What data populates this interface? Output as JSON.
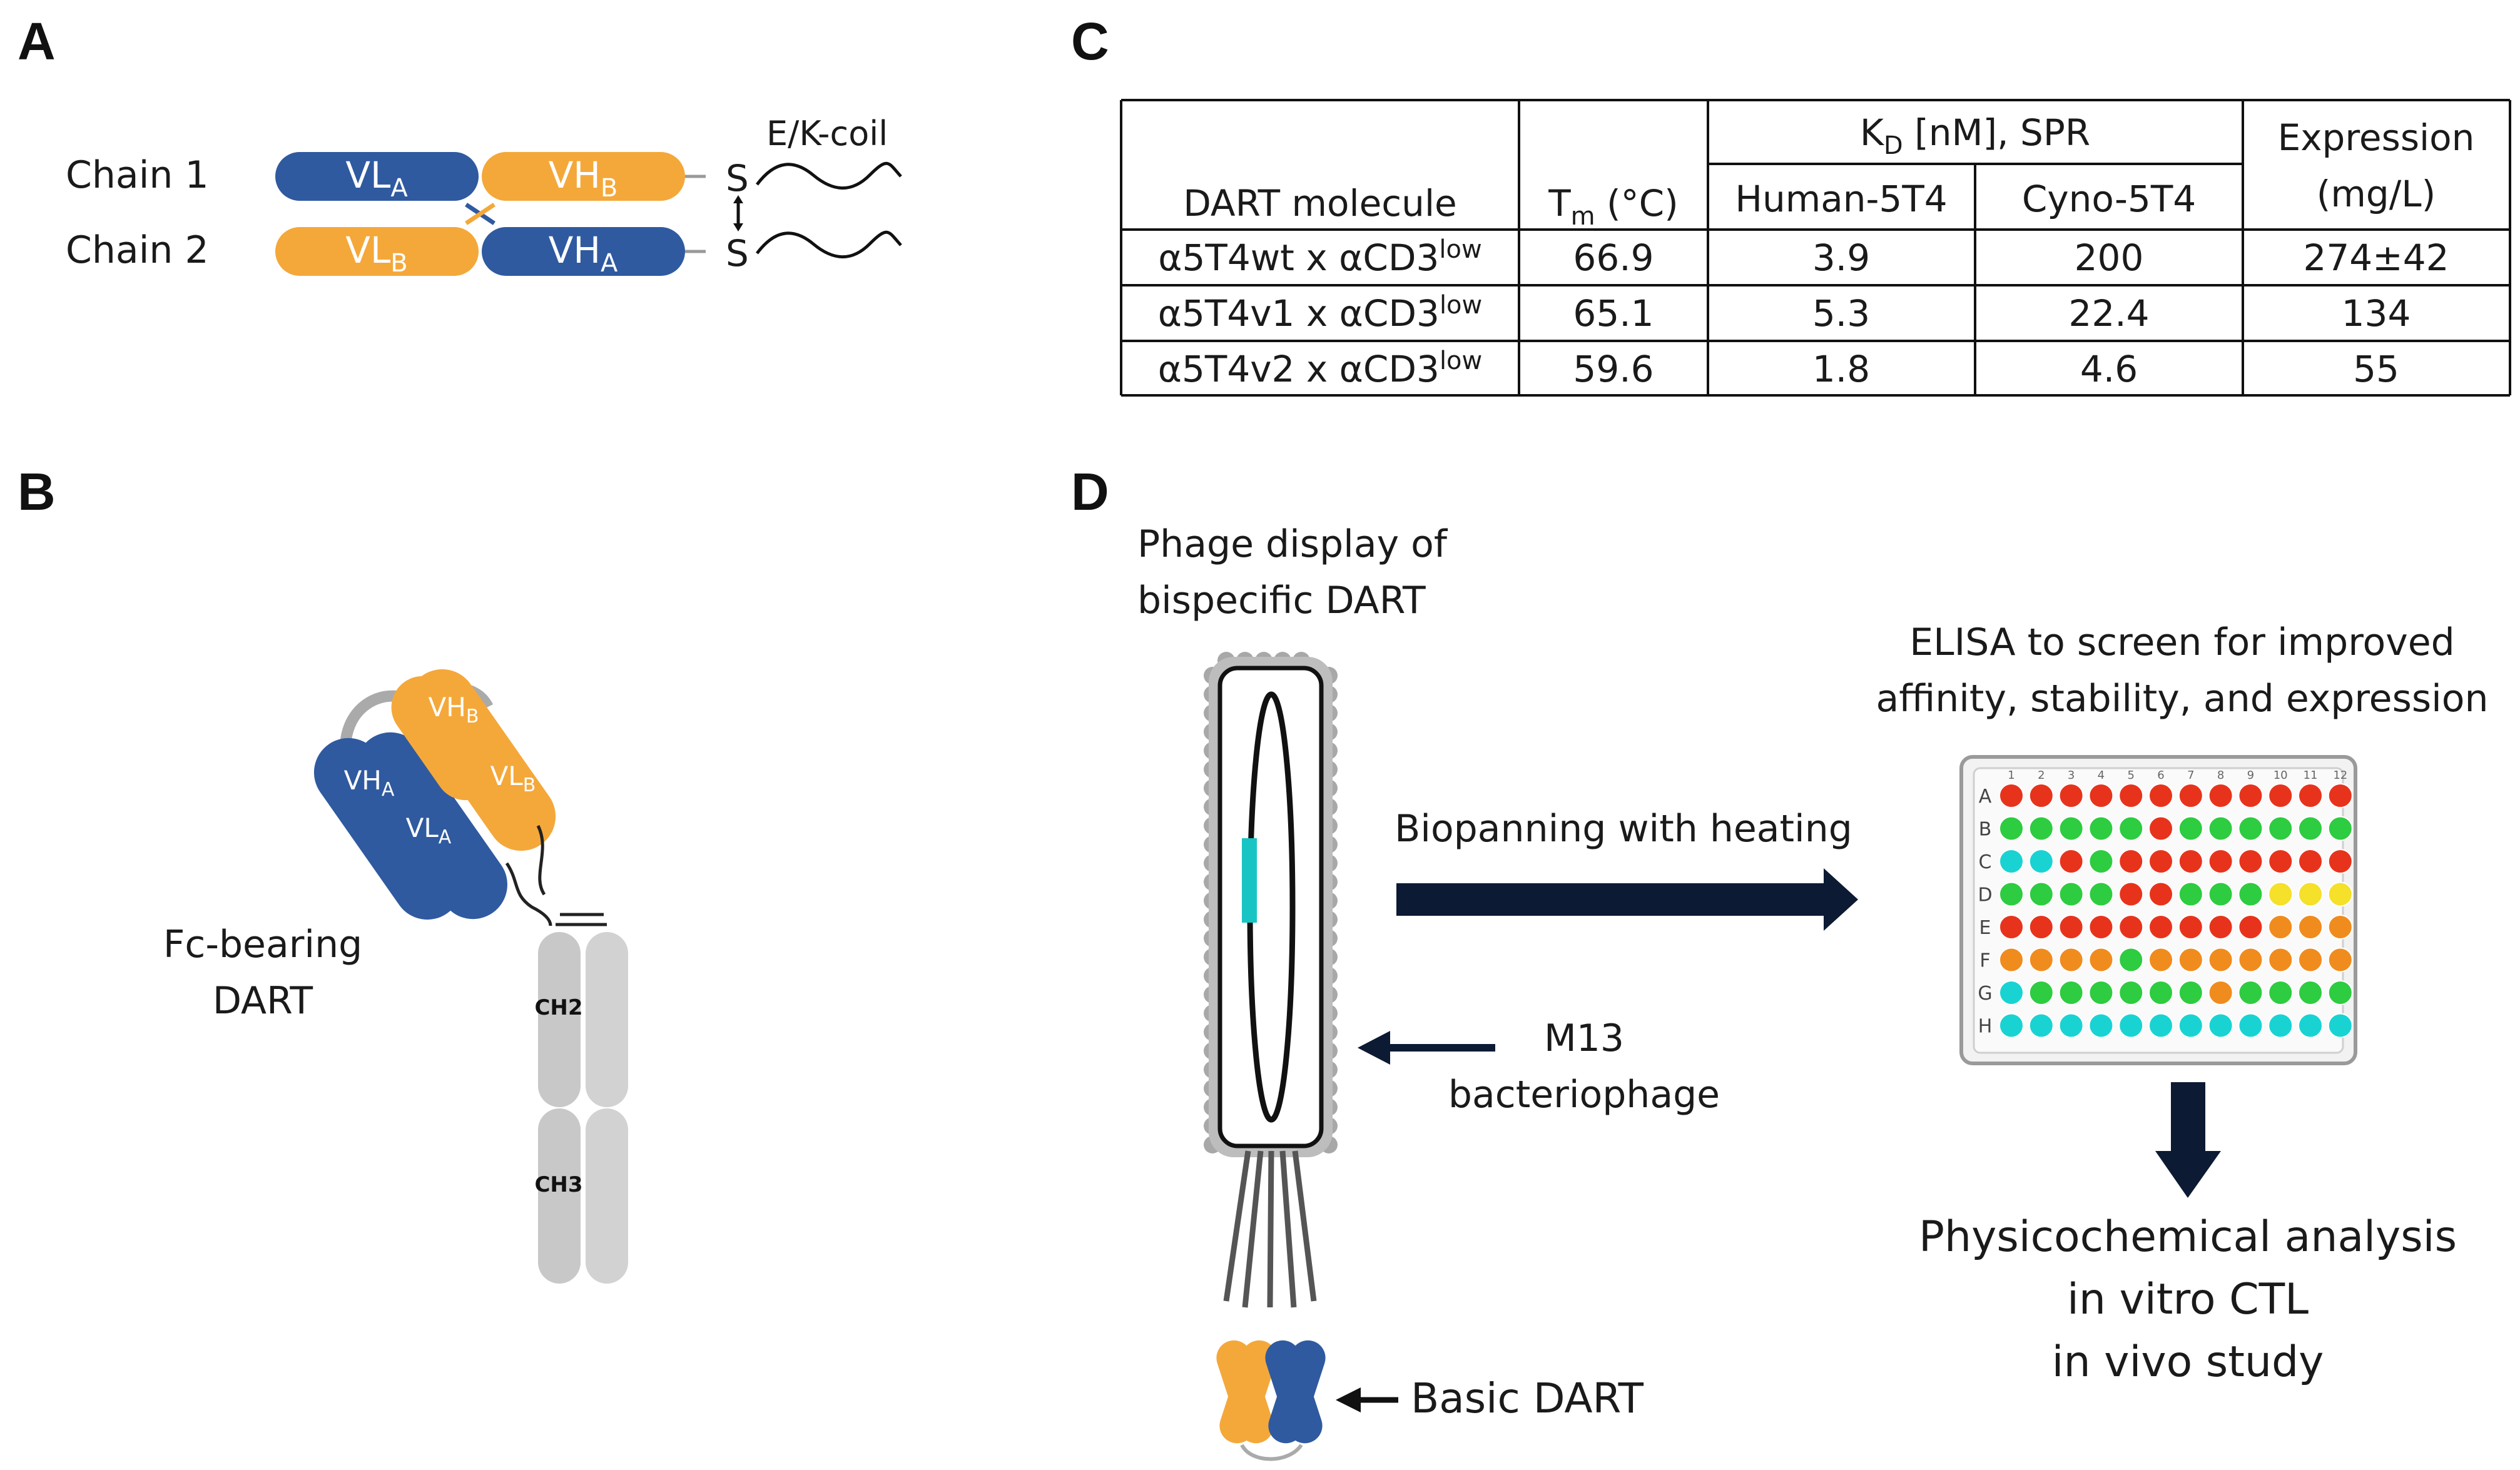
{
  "panels": {
    "a": "A",
    "b": "B",
    "c": "C",
    "d": "D"
  },
  "colors": {
    "blue": "#2f5aa0",
    "orange": "#f4a83a",
    "gray": "#c8c8c8",
    "red": "#e8331c",
    "green": "#2ecc40",
    "cyan": "#19d3d3",
    "yellow": "#f5e02a",
    "darkorange": "#f08c1e",
    "navy": "#0c1a33"
  },
  "panel_a": {
    "chain1": "Chain 1",
    "chain2": "Chain 2",
    "vla": "VL",
    "vla_sub": "A",
    "vhb": "VH",
    "vhb_sub": "B",
    "vlb": "VL",
    "vlb_sub": "B",
    "vha": "VH",
    "vha_sub": "A",
    "s1": "S",
    "s2": "S",
    "coil": "E/K-coil"
  },
  "panel_b": {
    "label_line1": "Fc-bearing",
    "label_line2": "DART",
    "vhb": "VH",
    "vhb_sub": "B",
    "vlb": "VL",
    "vlb_sub": "B",
    "vha": "VH",
    "vha_sub": "A",
    "vla": "VL",
    "vla_sub": "A",
    "ch2": "CH2",
    "ch3": "CH3"
  },
  "panel_c": {
    "col_molecule": "DART molecule",
    "col_tm": "T",
    "col_tm_sub": "m",
    "col_tm_unit": " (°C)",
    "col_kd": "K",
    "col_kd_sub": "D",
    "col_kd_rest": " [nM], SPR",
    "col_human": "Human-5T4",
    "col_cyno": "Cyno-5T4",
    "col_expr1": "Expression",
    "col_expr2": "(mg/L)",
    "rows": [
      {
        "name": "α5T4wt x αCD3",
        "sup": "low",
        "tm": "66.9",
        "human": "3.9",
        "cyno": "200",
        "expr": "274±42"
      },
      {
        "name": "α5T4v1 x αCD3",
        "sup": "low",
        "tm": "65.1",
        "human": "5.3",
        "cyno": "22.4",
        "expr": "134"
      },
      {
        "name": "α5T4v2 x αCD3",
        "sup": "low",
        "tm": "59.6",
        "human": "1.8",
        "cyno": "4.6",
        "expr": "55"
      }
    ]
  },
  "panel_d": {
    "phage_line1": "Phage display of",
    "phage_line2": "bispecific DART",
    "biopanning": "Biopanning with heating",
    "m13_line1": "M13",
    "m13_line2": "bacteriophage",
    "basic_dart": "Basic DART",
    "elisa_line1": "ELISA to screen for improved",
    "elisa_line2": "affinity, stability, and expression",
    "plate_rows": [
      "A",
      "B",
      "C",
      "D",
      "E",
      "F",
      "G",
      "H"
    ],
    "plate_cols": [
      "1",
      "2",
      "3",
      "4",
      "5",
      "6",
      "7",
      "8",
      "9",
      "10",
      "11",
      "12"
    ],
    "analysis_line1": "Physicochemical analysis",
    "analysis_line2": "in vitro CTL",
    "analysis_line3": "in vivo study"
  }
}
